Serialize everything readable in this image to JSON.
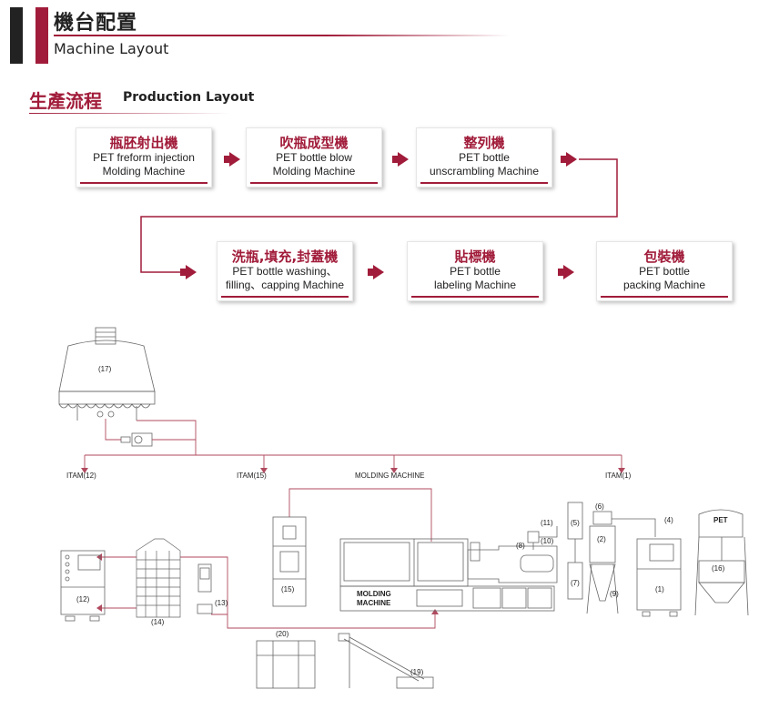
{
  "header": {
    "title_zh": "機台配置",
    "title_en": "Machine Layout"
  },
  "section": {
    "title_zh": "生產流程",
    "title_en": "Production Layout"
  },
  "flow": [
    {
      "zh": "瓶胚射出機",
      "en1": "PET freform injection",
      "en2": "Molding Machine"
    },
    {
      "zh": "吹瓶成型機",
      "en1": "PET bottle blow",
      "en2": "Molding Machine"
    },
    {
      "zh": "整列機",
      "en1": "PET bottle",
      "en2": "unscrambling Machine"
    },
    {
      "zh": "洗瓶,填充,封蓋機",
      "en1": "PET bottle washing、",
      "en2": "filling、capping Machine"
    },
    {
      "zh": "貼標機",
      "en1": "PET bottle",
      "en2": "labeling Machine"
    },
    {
      "zh": "包裝機",
      "en1": "PET bottle",
      "en2": "packing Machine"
    }
  ],
  "layout_labels": {
    "itam12": "ITAM(12)",
    "itam15": "ITAM(15)",
    "molding_top": "MOLDING MACHINE",
    "itam1": "ITAM(1)",
    "n17": "(17)",
    "n12": "(12)",
    "n14": "(14)",
    "n13": "(13)",
    "n15": "(15)",
    "molding1": "MOLDING",
    "molding2": "MACHINE",
    "n20": "(20)",
    "n19": "(19)",
    "n11": "(11)",
    "n10": "(10)",
    "n8": "(8)",
    "n5": "(5)",
    "n6": "(6)",
    "n7": "(7)",
    "n2": "(2)",
    "n9": "(9)",
    "n4": "(4)",
    "n1": "(1)",
    "pet": "PET",
    "n16": "(16)"
  },
  "colors": {
    "accent": "#a11c3a",
    "line": "#b04a5e",
    "drawing": "#555555"
  }
}
